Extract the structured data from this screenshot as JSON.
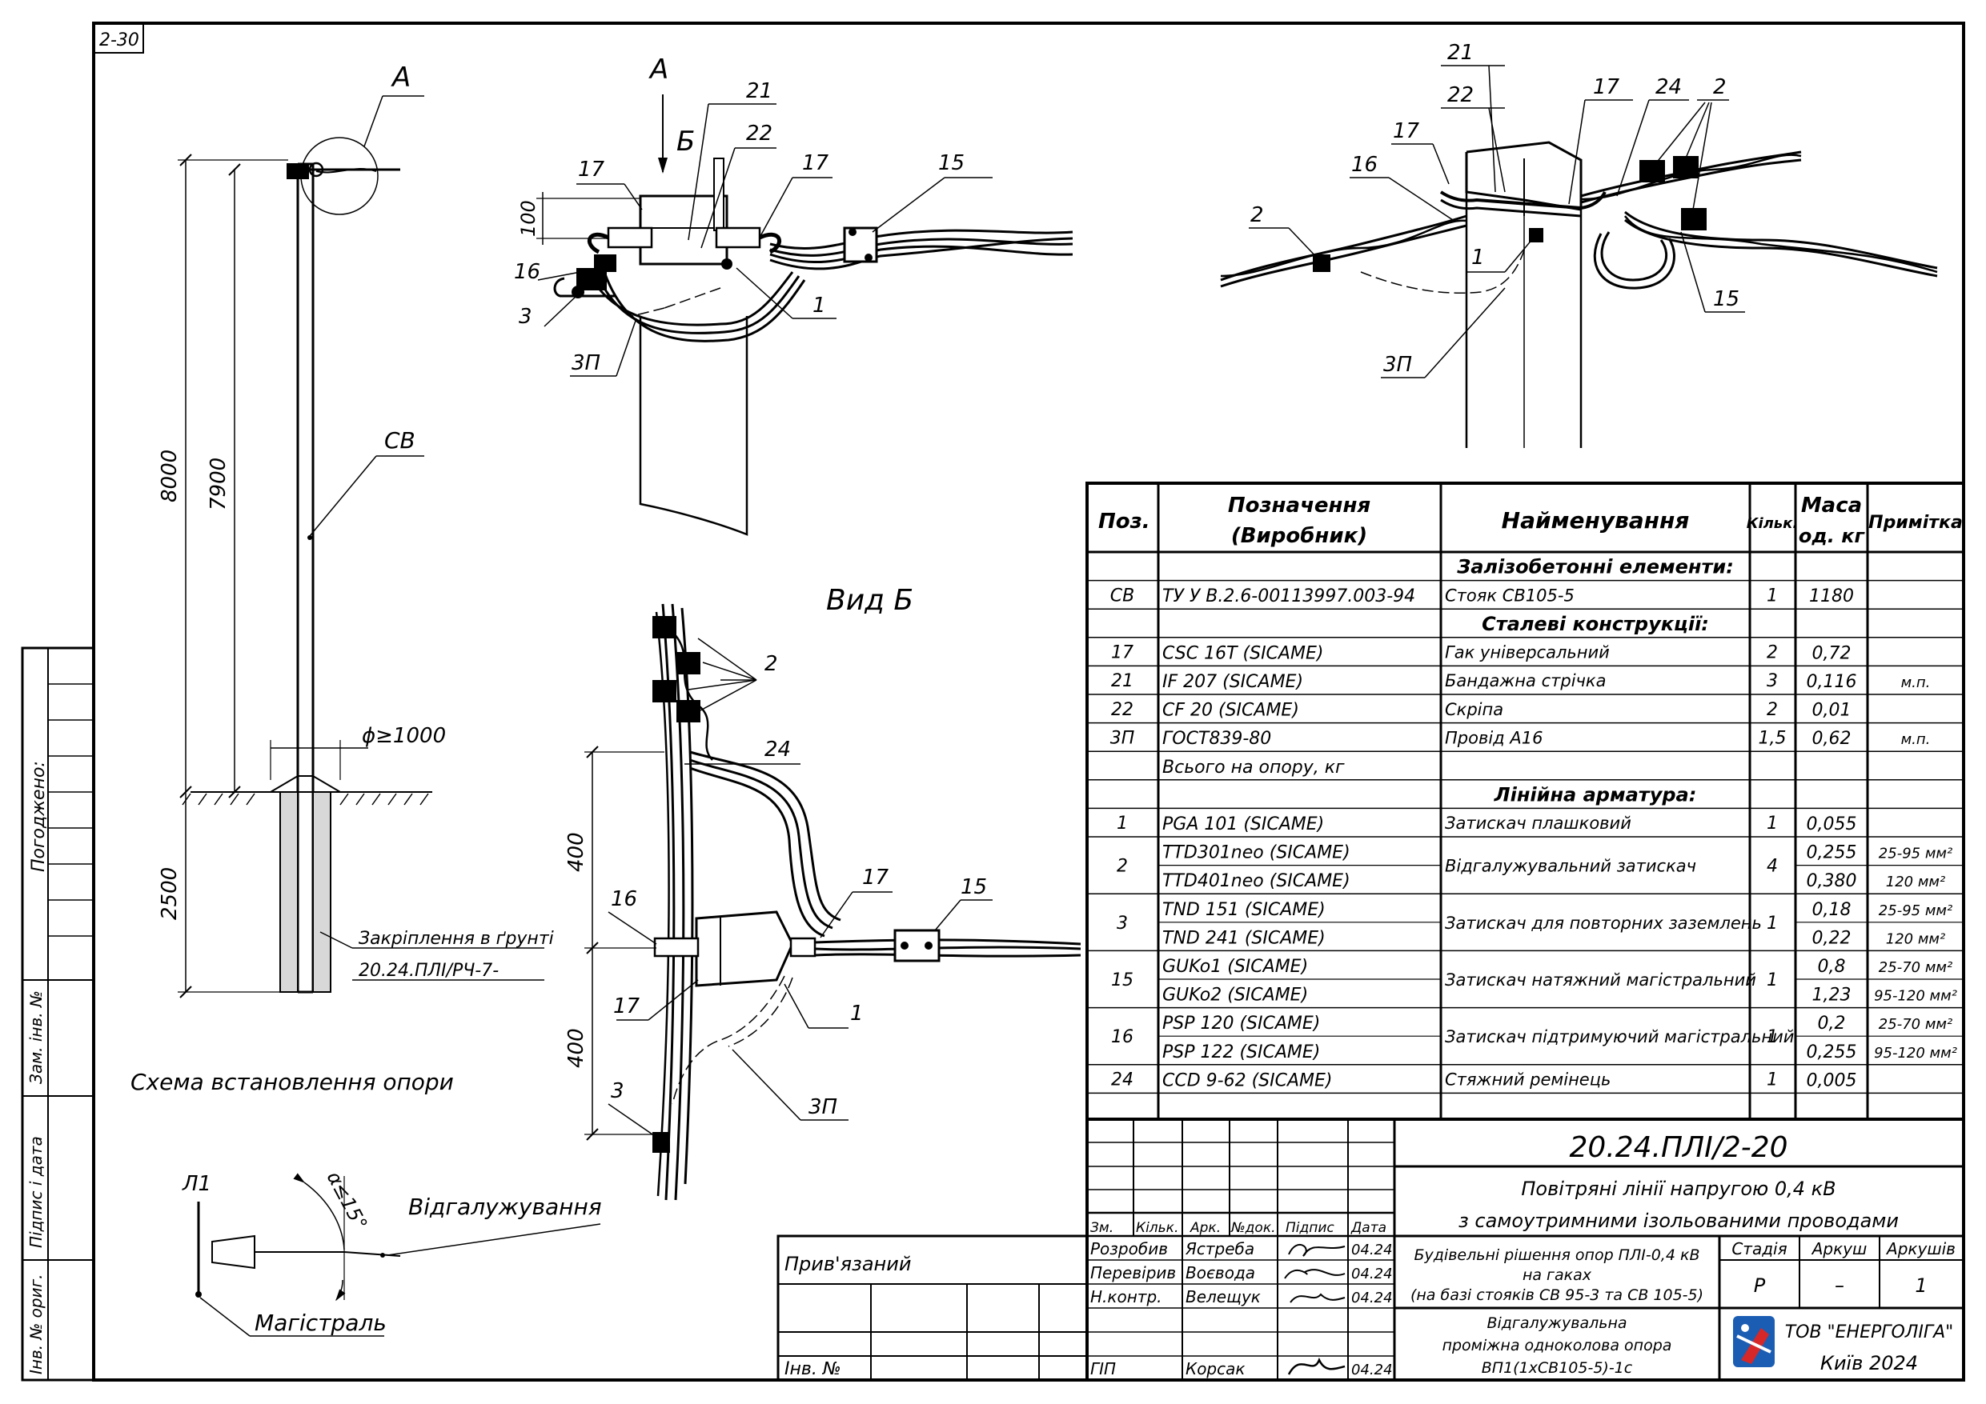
{
  "sheet_code": "2-30",
  "agreed_label": "Погоджено:",
  "side_stamps": [
    "Зам. інв. №",
    "Підпис і дата",
    "Інв. № ориг."
  ],
  "install_scheme": {
    "callout_a": "А",
    "dim_8000": "8000",
    "dim_7900": "7900",
    "dim_2500": "2500",
    "pole_label": "СВ",
    "diameter": "ϕ≥1000",
    "ground_fix": "Закріплення в ґрунті",
    "ground_ref": "20.24.ПЛІ/РЧ-7-",
    "caption": "Схема встановлення опори"
  },
  "detail_a": {
    "title": "А",
    "arrow_b": "Б",
    "dim_100": "100",
    "callouts": [
      "17",
      "21",
      "22",
      "17",
      "15",
      "16",
      "3",
      "1",
      "3П"
    ]
  },
  "iso_view": {
    "callouts": [
      "21",
      "22",
      "17",
      "24",
      "2",
      "17",
      "16",
      "2",
      "1",
      "3П",
      "15"
    ]
  },
  "view_b": {
    "title": "Вид Б",
    "dim_400_top": "400",
    "dim_400_bottom": "400",
    "callouts": [
      "2",
      "24",
      "16",
      "17",
      "15",
      "17",
      "1",
      "3",
      "3П"
    ]
  },
  "branch_scheme": {
    "l1": "Л1",
    "angle": "α≤15°",
    "branch": "Відгалужування",
    "main": "Магістраль"
  },
  "spec_table": {
    "headers": [
      "Поз.",
      "Позначення",
      "(Виробник)",
      "Найменування",
      "Кільк.",
      "Маса",
      "од. кг",
      "Примітка"
    ],
    "rows": [
      {
        "type": "section",
        "name": "Залізобетонні елементи:"
      },
      {
        "pos": "СВ",
        "des": [
          "ТУ У В.2.6-00113997.003-94"
        ],
        "name": "Стояк СВ105-5",
        "qty": "1",
        "mass": [
          "1180"
        ],
        "note": [
          ""
        ]
      },
      {
        "type": "section",
        "name": "Сталеві конструкції:"
      },
      {
        "pos": "17",
        "des": [
          "CSC 16T   (SICAME)"
        ],
        "name": "Гак універсальний",
        "qty": "2",
        "mass": [
          "0,72"
        ],
        "note": [
          ""
        ]
      },
      {
        "pos": "21",
        "des": [
          "IF 207   (SICAME)"
        ],
        "name": "Бандажна стрічка",
        "qty": "3",
        "mass": [
          "0,116"
        ],
        "note": [
          "м.п."
        ]
      },
      {
        "pos": "22",
        "des": [
          "CF 20   (SICAME)"
        ],
        "name": "Скріпа",
        "qty": "2",
        "mass": [
          "0,01"
        ],
        "note": [
          ""
        ]
      },
      {
        "pos": "3П",
        "des": [
          "ГОСТ839-80"
        ],
        "name": "Провід А16",
        "qty": "1,5",
        "mass": [
          "0,62"
        ],
        "note": [
          "м.п."
        ]
      },
      {
        "pos": "",
        "des": [
          "Всього на опору, кг"
        ],
        "name": "",
        "qty": "",
        "mass": [
          ""
        ],
        "note": [
          ""
        ]
      },
      {
        "type": "section",
        "name": "Лінійна арматура:"
      },
      {
        "pos": "1",
        "des": [
          "PGA 101   (SICAME)"
        ],
        "name": "Затискач плашковий",
        "qty": "1",
        "mass": [
          "0,055"
        ],
        "note": [
          ""
        ]
      },
      {
        "pos": "2",
        "des": [
          "TTD301neo   (SICAME)",
          "TTD401neo   (SICAME)"
        ],
        "name": "Відгалужувальний затискач",
        "qty": "4",
        "mass": [
          "0,255",
          "0,380"
        ],
        "note": [
          "25-95 мм²",
          "120 мм²"
        ]
      },
      {
        "pos": "3",
        "des": [
          "TND 151   (SICAME)",
          "TND 241   (SICAME)"
        ],
        "name": "Затискач для повторних заземлень",
        "qty": "1",
        "mass": [
          "0,18",
          "0,22"
        ],
        "note": [
          "25-95 мм²",
          "120 мм²"
        ]
      },
      {
        "pos": "15",
        "des": [
          "GUKo1   (SICAME)",
          "GUKo2   (SICAME)"
        ],
        "name": "Затискач натяжний магістральний",
        "qty": "1",
        "mass": [
          "0,8",
          "1,23"
        ],
        "note": [
          "25-70 мм²",
          "95-120 мм²"
        ]
      },
      {
        "pos": "16",
        "des": [
          "PSP 120   (SICAME)",
          "PSP 122   (SICAME)"
        ],
        "name": "Затискач підтримуючий магістральний",
        "qty": "1",
        "mass": [
          "0,2",
          "0,255"
        ],
        "note": [
          "25-70 мм²",
          "95-120 мм²"
        ]
      },
      {
        "pos": "24",
        "des": [
          "CCD 9-62   (SICAME)"
        ],
        "name": "Стяжний ремінець",
        "qty": "1",
        "mass": [
          "0,005"
        ],
        "note": [
          ""
        ]
      }
    ]
  },
  "title_block": {
    "doc_code": "20.24.ПЛІ/2-20",
    "project_line1": "Повітряні лінії напругою 0,4 кВ",
    "project_line2": "з самоутримними ізольованими проводами",
    "section_line1": "Будівельні рішення опор ПЛІ-0,4 кВ",
    "section_line2": "на гаках",
    "section_line3": "(на базі стояків СВ 95-3 та СВ 105-5)",
    "drawing_line1": "Відгалужувальна",
    "drawing_line2": "проміжна одноколова опора",
    "drawing_line3": "ВП1(1хСВ105-5)-1с",
    "col_headers": [
      "Зм.",
      "Кільк.",
      "Арк.",
      "№док.",
      "Підпис",
      "Дата"
    ],
    "people": [
      {
        "role": "Розробив",
        "name": "Ястреба",
        "date": "04.24"
      },
      {
        "role": "Перевірив",
        "name": "Воєвода",
        "date": "04.24"
      },
      {
        "role": "Н.контр.",
        "name": "Велещук",
        "date": "04.24"
      },
      {
        "role": "ГІП",
        "name": "Корсак",
        "date": "04.24"
      }
    ],
    "stage_label": "Стадія",
    "sheet_label": "Аркуш",
    "sheets_label": "Аркушів",
    "stage": "Р",
    "sheet": "–",
    "sheets": "1",
    "company": "ТОВ \"ЕНЕРГОЛІГА\"",
    "city_year": "Київ 2024",
    "attached": "Прив'язаний",
    "inv_no": "Інв. №"
  }
}
